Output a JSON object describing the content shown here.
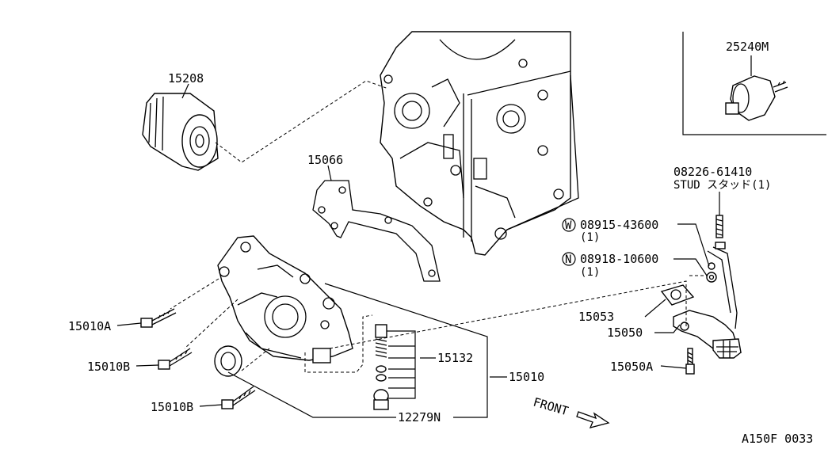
{
  "diagram": {
    "drawing_code": "A150F 0033",
    "labels": {
      "oil_filter": "15208",
      "gasket_front_cover": "15066",
      "bolt_a": "15010A",
      "bolt_b1": "15010B",
      "bolt_b2": "15010B",
      "seal": "12279N",
      "relief_valve": "15132",
      "oil_pump": "15010",
      "strainer_gasket": "15053",
      "strainer": "15050",
      "strainer_bolt": "15050A",
      "switch": "25240M",
      "stud_part": "08226-61410",
      "stud_desc": "STUD スタッド(1)",
      "washer_part": "08915-43600",
      "washer_qty": "(1)",
      "washer_symbol": "W",
      "nut_part": "08918-10600",
      "nut_qty": "(1)",
      "nut_symbol": "N",
      "front": "FRONT"
    }
  }
}
